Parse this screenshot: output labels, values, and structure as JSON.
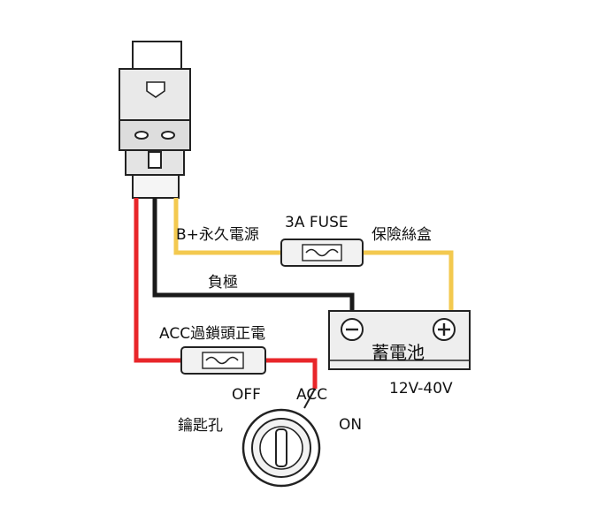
{
  "labels": {
    "b_plus": "B+永久電源",
    "fuse_3a": "3A FUSE",
    "fuse_box": "保險絲盒",
    "negative": "負極",
    "acc_fuse": "ACC過鎖頭正電",
    "battery": "蓄電池",
    "voltage": "12V-40V",
    "off": "OFF",
    "acc": "ACC",
    "on": "ON",
    "keyhole": "鑰匙孔"
  },
  "colors": {
    "positive_wire": "#f3c94f",
    "negative_wire": "#1a1a1a",
    "acc_wire": "#e8262a",
    "outline": "#222222",
    "device_fill": "#ededed",
    "battery_fill": "#eeeeee"
  },
  "icons": {
    "battery_negative": "minus-terminal-icon",
    "battery_positive": "plus-terminal-icon",
    "ignition": "key-ignition-icon"
  }
}
